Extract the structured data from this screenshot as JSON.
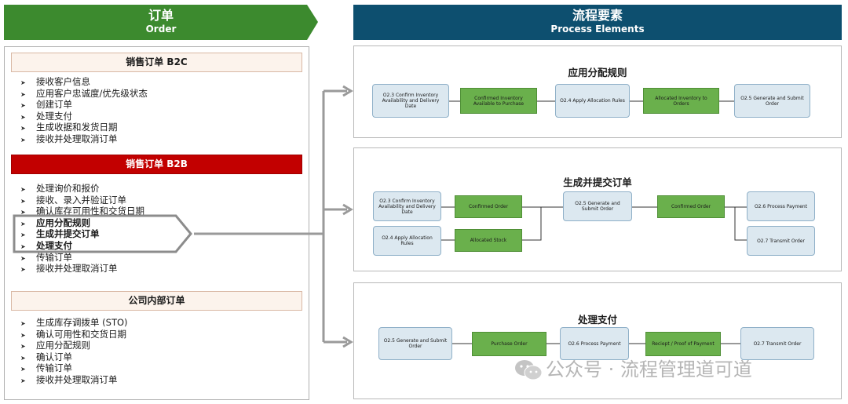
{
  "left_header": {
    "title_cn": "订单",
    "title_en": "Order"
  },
  "right_header": {
    "title_cn": "流程要素",
    "title_en": "Process Elements"
  },
  "sections": {
    "b2c": {
      "title": "销售订单 B2C",
      "items": [
        "接收客户信息",
        "应用客户忠诚度/优先级状态",
        "创建订单",
        "处理支付",
        "生成收据和发货日期",
        "接收并处理取消订单"
      ]
    },
    "b2b": {
      "title": "销售订单 B2B",
      "items": [
        "处理询价和报价",
        "接收、录入并验证订单",
        "确认库存可用性和交货日期",
        "应用分配规则",
        "生成并提交订单",
        "处理支付",
        "传输订单",
        "接收并处理取消订单"
      ]
    },
    "internal": {
      "title": "公司内部订单",
      "items": [
        "生成库存调拨单 (STO)",
        "确认可用性和交货日期",
        "应用分配规则",
        "确认订单",
        "传输订单",
        "接收并处理取消订单"
      ]
    }
  },
  "panels": {
    "allocation": {
      "title": "应用分配规则",
      "boxes": {
        "b1": "O2.3 Confirm Inventory Availability and Delivery Date",
        "g1": "Confirmed Inventory Available to Purchase",
        "b2": "O2.4 Apply Allocation Rules",
        "g2": "Allocated Inventory to Orders",
        "b3": "O2.5 Generate and Submit Order"
      }
    },
    "submit": {
      "title": "生成并提交订单",
      "boxes": {
        "b1": "O2.3 Confirm Inventory Availability and Delivery Date",
        "b2": "O2.4 Apply Allocation Rules",
        "g1": "Confirmed Order",
        "g2": "Allocated Stock",
        "b3": "O2.5 Generate and Submit Order",
        "g3": "Confirmed Order",
        "b4": "O2.6 Process Payment",
        "b5": "O2.7 Transmit Order"
      }
    },
    "payment": {
      "title": "处理支付",
      "boxes": {
        "b1": "O2.5 Generate and Submit Order",
        "g1": "Purchase Order",
        "b2": "O2.6 Process Payment",
        "g2": "Reciept / Proof of Payment",
        "b3": "O2.7 Transmit Order"
      }
    }
  },
  "watermark": "公众号 · 流程管理道可道",
  "colors": {
    "green_header": "#3c8a2e",
    "blue_header": "#0d4f6f",
    "red_section": "#c20000",
    "process_green": "#6ab04c",
    "process_blue": "#dce8f0",
    "connector_grey": "#9a9a9a"
  }
}
